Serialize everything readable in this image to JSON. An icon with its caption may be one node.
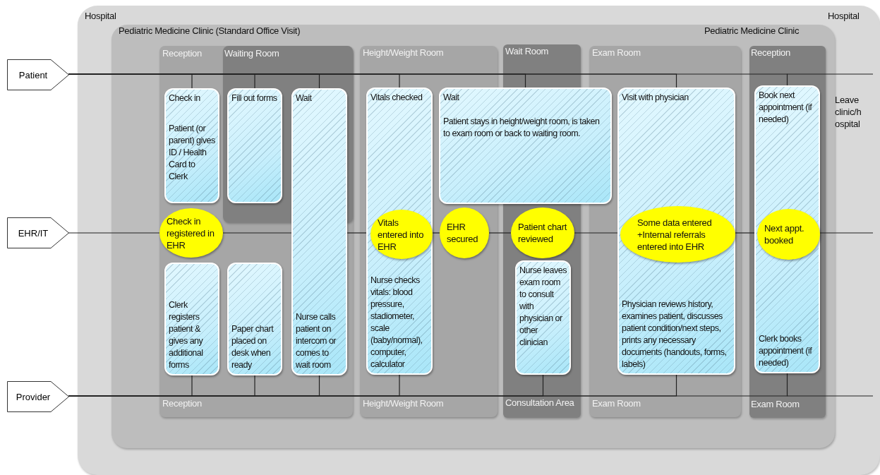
{
  "diagram": {
    "nodes": [
      {
        "text": [
          "Hospital",
          "Hospital"
        ]
      },
      {
        "text": [
          "Pediatric Medicine Clinic (Standard Office Visit)",
          "Pediatric Medicine Clinic"
        ],
        "in": 0
      },
      {
        "text": [
          "Reception",
          "Reception"
        ],
        "in": 1
      },
      {
        "text": [
          "Waiting Room"
        ],
        "in": 2
      },
      {
        "text": [
          "Height/Weight Room",
          "Height/Weight Room"
        ],
        "in": 1
      },
      {
        "text": [
          "Wait Room",
          "Consultation Area"
        ],
        "in": 1
      },
      {
        "text": [
          "Exam Room",
          "Exam Room"
        ],
        "in": 1
      },
      {
        "text": [
          "Reception",
          "Exam Room"
        ],
        "in": 1
      },
      {
        "text": [
          "Patient"
        ]
      },
      {
        "text": [
          "EHR/IT"
        ]
      },
      {
        "text": [
          "Provider"
        ]
      },
      {
        "text": [
          "Check in",
          "Patient (or parent) gives ID / Health Card to Clerk"
        ],
        "in": 2
      },
      {
        "text": [
          "Fill out forms"
        ],
        "in": 3
      },
      {
        "text": [
          "Wait",
          "Nurse calls patient on intercom or comes to wait room"
        ],
        "in": 2
      },
      {
        "text": [
          "Check in registered in EHR"
        ],
        "in": 2
      },
      {
        "text": [
          "Clerk registers patient & gives any additional forms"
        ],
        "in": 2
      },
      {
        "text": [
          "Paper chart placed on desk when ready"
        ],
        "in": 2
      },
      {
        "text": [
          "Vitals checked",
          "Nurse checks vitals: blood pressure, stadiometer, scale (baby/normal), computer, calculator"
        ],
        "in": 4
      },
      {
        "text": [
          "Wait",
          "Patient stays in height/weight room, is taken to exam room or back to waiting room."
        ],
        "in": 1
      },
      {
        "text": [
          "Vitals entered into EHR"
        ],
        "in": 17
      },
      {
        "text": [
          "EHR secured"
        ],
        "in": 4
      },
      {
        "text": [
          "Patient chart reviewed"
        ],
        "in": 5
      },
      {
        "text": [
          "Nurse leaves exam room to consult with physician or other clinician"
        ],
        "in": 5
      },
      {
        "text": [
          "Visit with physician",
          "Physician reviews history, examines patient, discusses patient condition/next steps, prints any necessary documents (handouts, forms, labels)"
        ],
        "in": 6
      },
      {
        "text": [
          "Some data entered +Internal referrals entered into EHR"
        ],
        "in": 23
      },
      {
        "text": [
          "Book next appointment (if needed)",
          "Clerk books appointment (if needed)"
        ],
        "in": 7
      },
      {
        "text": [
          "Next appt. booked"
        ],
        "in": 25
      }
    ],
    "edges": [
      {
        "from": 8,
        "to": 11,
        "arrow": "none"
      },
      {
        "from": 8,
        "to": 12,
        "arrow": "none"
      },
      {
        "from": 8,
        "to": 13,
        "arrow": "none"
      },
      {
        "from": 8,
        "to": 17,
        "arrow": "none"
      },
      {
        "from": 8,
        "to": 18,
        "arrow": "none"
      },
      {
        "from": 8,
        "to": 23,
        "arrow": "none"
      },
      {
        "from": 8,
        "to": 25,
        "arrow": "none"
      },
      {
        "from": 9,
        "to": 14,
        "arrow": "none"
      },
      {
        "from": 14,
        "to": 13,
        "arrow": "none"
      },
      {
        "from": 13,
        "to": 19,
        "arrow": "none"
      },
      {
        "from": 19,
        "to": 20,
        "arrow": "none"
      },
      {
        "from": 20,
        "to": 21,
        "arrow": "none"
      },
      {
        "from": 21,
        "to": 24,
        "arrow": "none"
      },
      {
        "from": 24,
        "to": 26,
        "arrow": "none"
      },
      {
        "from": 10,
        "to": 15,
        "arrow": "none"
      },
      {
        "from": 10,
        "to": 16,
        "arrow": "none"
      },
      {
        "from": 10,
        "to": 13,
        "arrow": "none"
      },
      {
        "from": 10,
        "to": 17,
        "arrow": "none"
      },
      {
        "from": 10,
        "to": 22,
        "arrow": "none"
      },
      {
        "from": 10,
        "to": 23,
        "arrow": "none"
      },
      {
        "from": 10,
        "to": 25,
        "arrow": "none"
      }
    ],
    "labels": [
      "Leave clinic/hospital"
    ]
  }
}
